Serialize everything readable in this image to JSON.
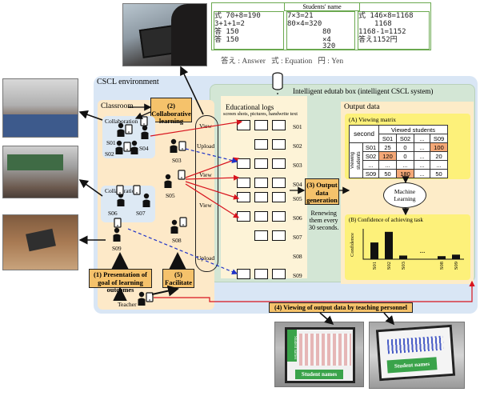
{
  "students_name_header": "Students' name",
  "handwriting": {
    "col1": [
      "式 70+8=190",
      "3+1+1=2",
      "答 150",
      "答 150"
    ],
    "col2": [
      "7×3=21",
      "80×4=320",
      "80",
      "×4",
      "320"
    ],
    "col3": [
      "式 146×8=1168",
      "1168",
      "1168-1=1152",
      "答え1152円"
    ]
  },
  "legend_text": "答え : Answer   式 : Equation   円 : Yen",
  "cscl_environment": "CSCL environment",
  "intelligent_box": "Intelligent edutab box (intelligent CSCL system)",
  "classroom": "Classroom",
  "collaborative_learning": "(2) Collaborative learning",
  "collaboration_1": "Collaboration",
  "collaboration_2": "Collaboration",
  "students": {
    "s01": "S01",
    "s02": "S02",
    "s03": "S03",
    "s04": "S04",
    "s05": "S05",
    "s06": "S06",
    "s07": "S07",
    "s08": "S08",
    "s09": "S09"
  },
  "arrows": {
    "view_1": "View",
    "upload_1": "Upload",
    "view_2": "View",
    "view_3": "View",
    "upload_2": "Upload"
  },
  "educational_logs": "Educational logs",
  "logs_caption": "screen shots, pictures, handwrite text",
  "log_rows": [
    "S01",
    "S02",
    "S03",
    "S04",
    "S05",
    "S06",
    "S07",
    "S08",
    "S09"
  ],
  "output_generation": "(3) Output data generation",
  "renewing_text": [
    "Renewing",
    "them every",
    "30 seconds."
  ],
  "output_data": "Output data",
  "viewing_matrix": {
    "title": "(A) Viewing matrix",
    "corner": "second",
    "viewed_students": "Viewed students",
    "viewing_students": "Viewing students",
    "columns": [
      "S01",
      "S02",
      "...",
      "S09"
    ],
    "rows": [
      {
        "id": "S01",
        "values": [
          "25",
          "0",
          "...",
          "100"
        ]
      },
      {
        "id": "S02",
        "values": [
          "120",
          "0",
          "...",
          "20"
        ]
      },
      {
        "id": "...",
        "values": [
          "...",
          "...",
          "...",
          "..."
        ]
      },
      {
        "id": "S09",
        "values": [
          "50",
          "180",
          "...",
          "50"
        ]
      }
    ]
  },
  "machine_learning": "Machine Learning",
  "confidence_title": "(B) Confidence of achieving task",
  "chart_data": {
    "type": "bar",
    "categories": [
      "S01",
      "S02",
      "S03",
      "S08",
      "S09"
    ],
    "values": [
      0.55,
      0.9,
      0.12,
      0.1,
      0.15
    ],
    "ylabel": "Confidence",
    "ellipsis": "..."
  },
  "presentation_goal": "(1) Presentation of goal of learning outcomes",
  "facilitate": "(5) Facilitate",
  "teacher": "Teacher",
  "viewing_output": "(4) Viewing of output data by teaching personnel",
  "tablet_label_1": "Student names",
  "tablet_label_2": "Student names",
  "tablet_label_3": "Student names",
  "colors": {
    "env_bg": "#d9e6f5",
    "classroom_bg": "#fde9c8",
    "output_bg": "#fdf17a",
    "orange_box": "#f5c26b",
    "arrow_red": "#d8141e",
    "arrow_blue": "#1e32c8"
  }
}
